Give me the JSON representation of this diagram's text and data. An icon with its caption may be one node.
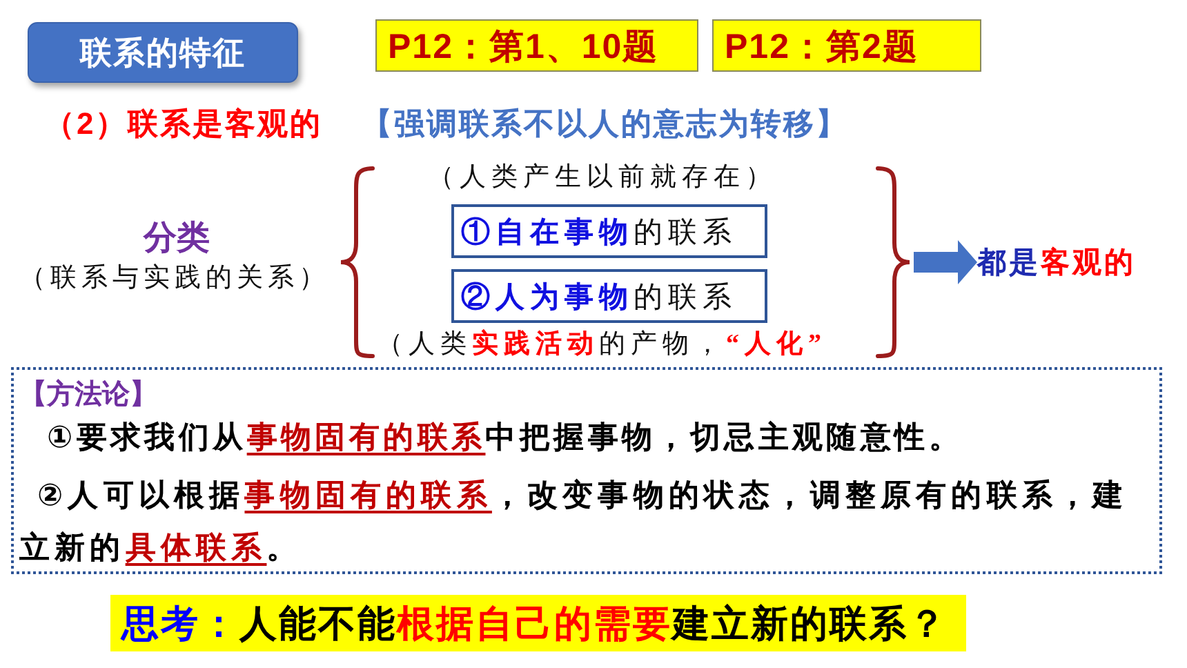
{
  "diagram": {
    "nodes": [
      {
        "text": [
          "联系的特征"
        ]
      },
      {
        "text": [
          "P12：第1、10题"
        ]
      },
      {
        "text": [
          "P12：第2题"
        ]
      },
      {
        "text": [
          "**①自在事物**的联系"
        ],
        "beside": [
          "（人类产生以前就存在）"
        ]
      },
      {
        "text": [
          "**②人为事物**的联系"
        ],
        "beside": [
          "（人类**实践活动**的产物，**“人化”**"
        ]
      },
      {
        "text": [],
        "shape": "brace"
      },
      {
        "text": [
          "都是**客观的**"
        ]
      },
      {
        "text": [
          "【方法论】",
          "①要求我们从**事物固有的联系**中把握事物，切忌主观随意性。",
          "②人可以根据**事物固有的联系**，改变事物的状态，调整原有的联系，建立新的**具体联系**。"
        ]
      },
      {
        "text": [
          "思考：",
          "人能不能**根据自己的需要**建立新的联系？"
        ]
      }
    ],
    "edges": [
      {
        "from": 5,
        "to": 6,
        "arrow": "to"
      }
    ],
    "labels": [
      "（2）联系是客观的",
      "【强调联系不以人的意志为转移】",
      "分类",
      "（联系与实践的关系）"
    ]
  }
}
